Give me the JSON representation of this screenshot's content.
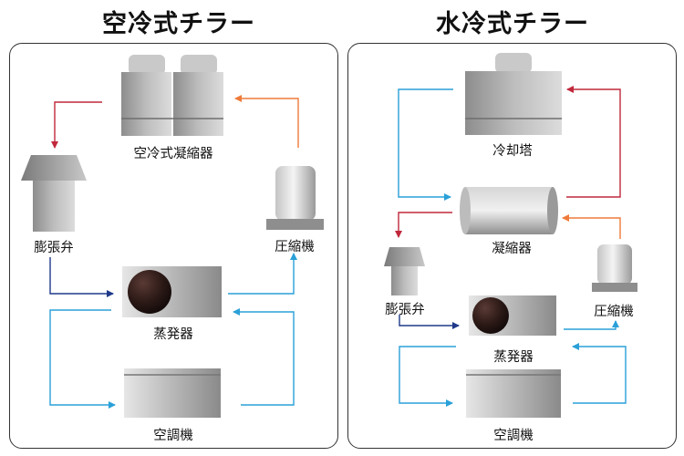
{
  "left": {
    "title": "空冷式チラー",
    "labels": {
      "condenser": "空冷式凝縮器",
      "expansion_valve": "膨張弁",
      "compressor": "圧縮機",
      "evaporator": "蒸発器",
      "air_conditioner": "空調機"
    }
  },
  "right": {
    "title": "水冷式チラー",
    "labels": {
      "cooling_tower": "冷却塔",
      "condenser": "凝縮器",
      "expansion_valve": "膨張弁",
      "compressor": "圧縮機",
      "evaporator": "蒸発器",
      "air_conditioner": "空調機"
    }
  },
  "colors": {
    "red_line": "#c0283c",
    "orange_line": "#ee7b3a",
    "navy_line": "#1f3a8a",
    "blue_line": "#2aa0d8"
  }
}
